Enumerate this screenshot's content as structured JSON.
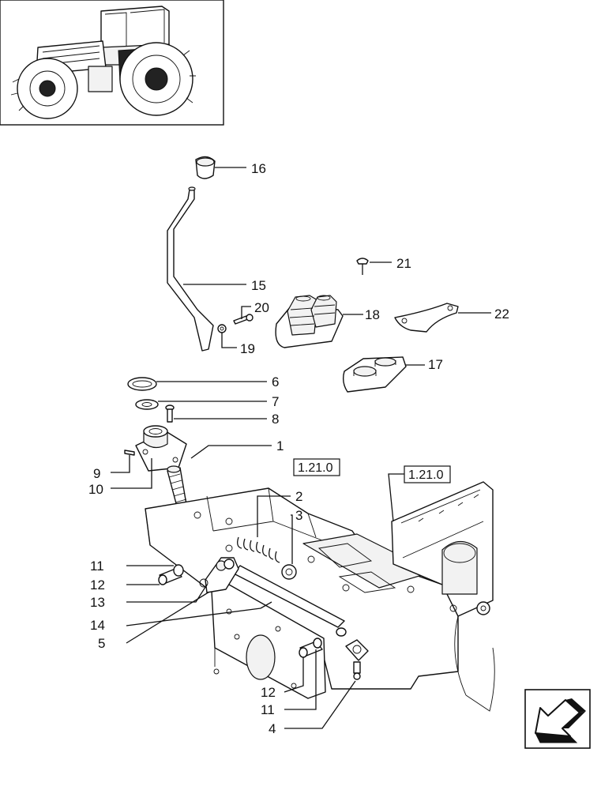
{
  "labels": [
    {
      "id": "16",
      "text": "16"
    },
    {
      "id": "21",
      "text": "21"
    },
    {
      "id": "15",
      "text": "15"
    },
    {
      "id": "20",
      "text": "20"
    },
    {
      "id": "18",
      "text": "18"
    },
    {
      "id": "22",
      "text": "22"
    },
    {
      "id": "19",
      "text": "19"
    },
    {
      "id": "17",
      "text": "17"
    },
    {
      "id": "6",
      "text": "6"
    },
    {
      "id": "7",
      "text": "7"
    },
    {
      "id": "8",
      "text": "8"
    },
    {
      "id": "1",
      "text": "1"
    },
    {
      "id": "9",
      "text": "9"
    },
    {
      "id": "10",
      "text": "10"
    },
    {
      "id": "2",
      "text": "2"
    },
    {
      "id": "3",
      "text": "3"
    },
    {
      "id": "11a",
      "text": "11"
    },
    {
      "id": "12a",
      "text": "12"
    },
    {
      "id": "13",
      "text": "13"
    },
    {
      "id": "14",
      "text": "14"
    },
    {
      "id": "5",
      "text": "5"
    },
    {
      "id": "12b",
      "text": "12"
    },
    {
      "id": "11b",
      "text": "11"
    },
    {
      "id": "4",
      "text": "4"
    }
  ],
  "references": [
    {
      "id": "ref-left",
      "text": "1.21.0"
    },
    {
      "id": "ref-right",
      "text": "1.21.0"
    }
  ],
  "icons": {
    "thumbnail": "tractor-thumbnail-icon",
    "navigation": "navigation-arrow-icon"
  }
}
